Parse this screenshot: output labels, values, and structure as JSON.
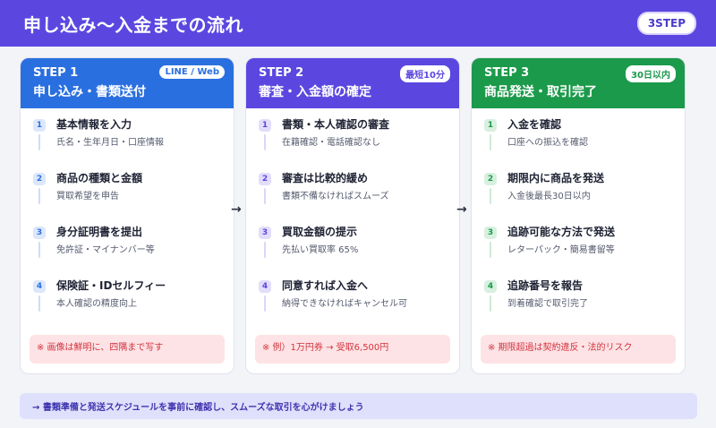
{
  "header": {
    "title": "申し込み〜入金までの流れ",
    "badge": "3STEP"
  },
  "arrow": "→",
  "steps": [
    {
      "step": "STEP 1",
      "title": "申し込み・書類送付",
      "tag": "LINE / Web",
      "color": "#2a6fe0",
      "items": [
        {
          "num": "1",
          "title": "基本情報を入力",
          "sub": "氏名・生年月日・口座情報"
        },
        {
          "num": "2",
          "title": "商品の種類と金額",
          "sub": "買取希望を申告"
        },
        {
          "num": "3",
          "title": "身分証明書を提出",
          "sub": "免許証・マイナンバー等"
        },
        {
          "num": "4",
          "title": "保険証・IDセルフィー",
          "sub": "本人確認の精度向上"
        }
      ],
      "note": "※ 画像は鮮明に、四隅まで写す"
    },
    {
      "step": "STEP 2",
      "title": "審査・入金額の確定",
      "tag": "最短10分",
      "color": "#5b47e0",
      "items": [
        {
          "num": "1",
          "title": "書類・本人確認の審査",
          "sub": "在籍確認・電話確認なし"
        },
        {
          "num": "2",
          "title": "審査は比較的緩め",
          "sub": "書類不備なければスムーズ"
        },
        {
          "num": "3",
          "title": "買取金額の提示",
          "sub": "先払い買取率 65%"
        },
        {
          "num": "4",
          "title": "同意すれば入金へ",
          "sub": "納得できなければキャンセル可"
        }
      ],
      "note": "※ 例）1万円券 → 受取6,500円"
    },
    {
      "step": "STEP 3",
      "title": "商品発送・取引完了",
      "tag": "30日以内",
      "color": "#1c9a4b",
      "items": [
        {
          "num": "1",
          "title": "入金を確認",
          "sub": "口座への振込を確認"
        },
        {
          "num": "2",
          "title": "期限内に商品を発送",
          "sub": "入金後最長30日以内"
        },
        {
          "num": "3",
          "title": "追跡可能な方法で発送",
          "sub": "レターパック・簡易書留等"
        },
        {
          "num": "4",
          "title": "追跡番号を報告",
          "sub": "到着確認で取引完了"
        }
      ],
      "note": "※ 期限超過は契約違反・法的リスク"
    }
  ],
  "footer": "→ 書類準備と発送スケジュールを事前に確認し、スムーズな取引を心がけましょう"
}
